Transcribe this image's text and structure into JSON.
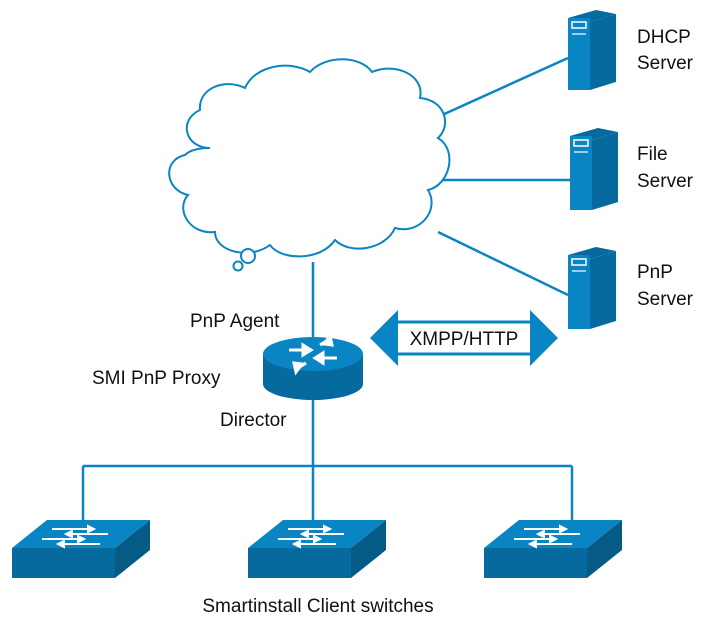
{
  "colors": {
    "device_blue": "#0a85c4",
    "device_dark": "#066a9e",
    "line_blue": "#0a85c4",
    "cloud_stroke": "#0a85c4",
    "cloud_fill": "#ffffff",
    "text": "#111111"
  },
  "servers": [
    {
      "name": "DHCP",
      "line2": "Server",
      "icon": "server-icon"
    },
    {
      "name": "File",
      "line2": "Server",
      "icon": "server-icon"
    },
    {
      "name": "PnP",
      "line2": "Server",
      "icon": "server-icon"
    }
  ],
  "router": {
    "icon": "router-icon",
    "label_agent": "PnP Agent",
    "label_proxy": "SMI PnP Proxy",
    "label_director": "Director"
  },
  "protocol_arrow": {
    "label": "XMPP/HTTP",
    "icon": "double-arrow-icon"
  },
  "cloud": {
    "icon": "cloud-icon"
  },
  "switches": {
    "icon": "switch-icon",
    "count": 3,
    "caption": "Smartinstall Client switches"
  }
}
